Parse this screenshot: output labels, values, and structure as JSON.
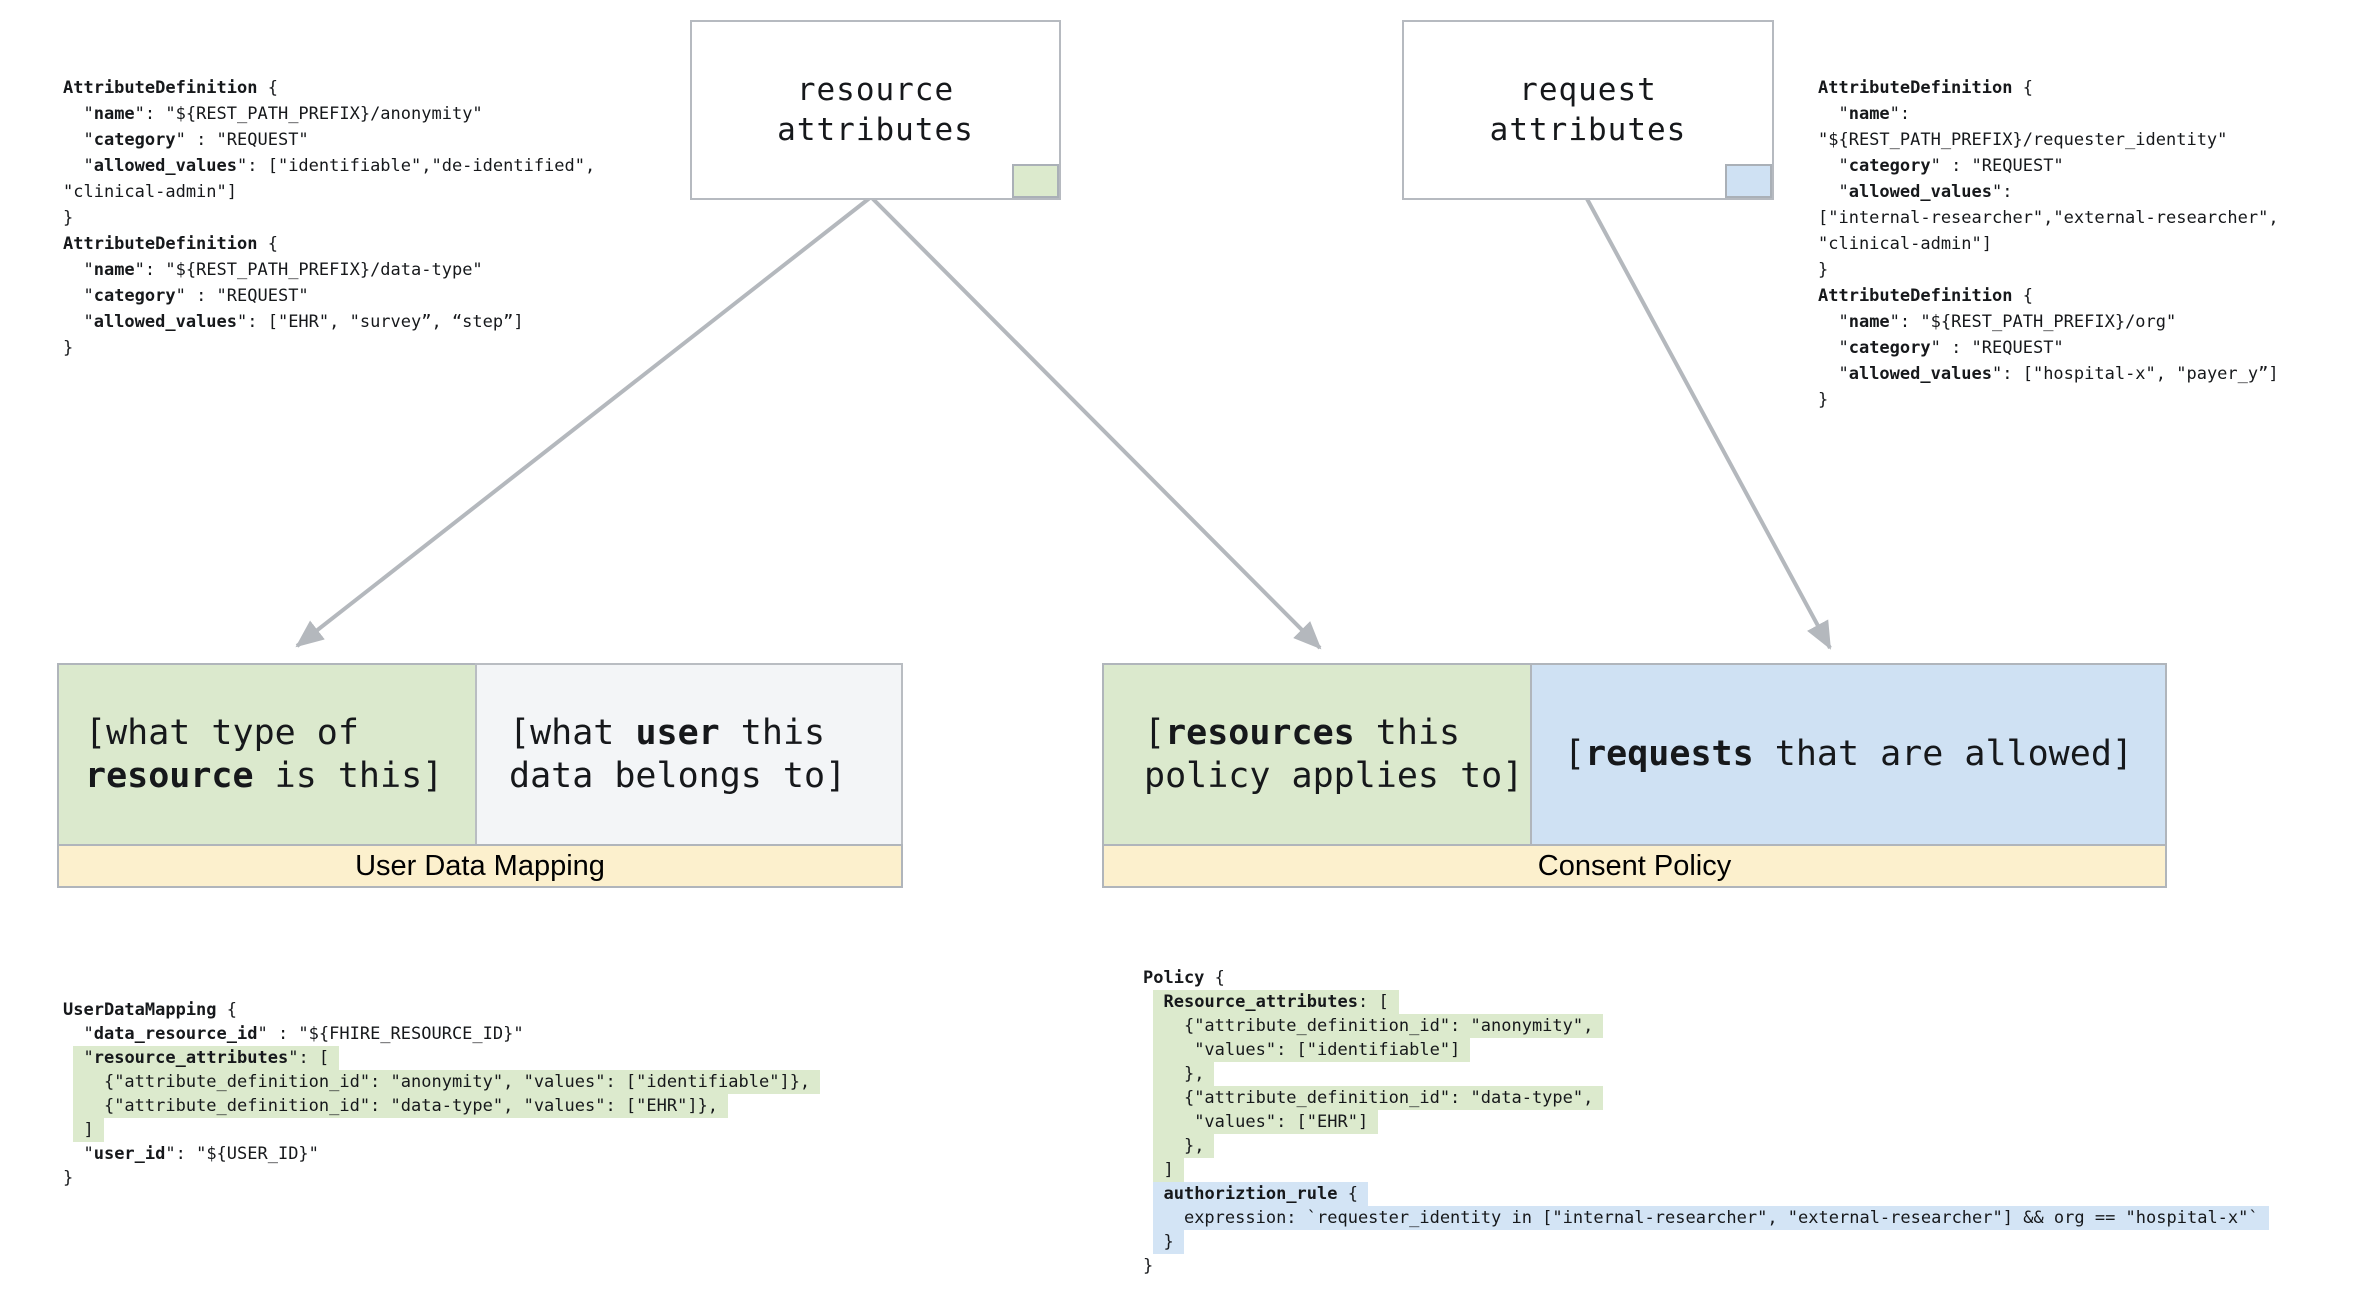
{
  "diagram": {
    "banners": {
      "udm": "User Data Mapping",
      "consent": "Consent Policy"
    },
    "colors": {
      "green_fill": "#dbe9cd",
      "blue_fill": "#cfe1f3",
      "yellow_banner": "#fcf0cd",
      "gray_border": "#b0b5bb",
      "arrow_gray": "#b4b8bd",
      "white_cell": "#f3f5f7"
    }
  },
  "rich_text": {
    "box_resource": {
      "lines": [
        {
          "seg": [
            [
              "resource",
              0
            ]
          ]
        },
        {
          "seg": [
            [
              "attributes",
              0
            ]
          ]
        }
      ]
    },
    "box_request": {
      "lines": [
        {
          "seg": [
            [
              "request",
              0
            ]
          ]
        },
        {
          "seg": [
            [
              "attributes",
              0
            ]
          ]
        }
      ]
    },
    "attrdef_left": {
      "lines": [
        {
          "seg": [
            [
              "AttributeDefinition",
              1
            ],
            [
              " {",
              0
            ]
          ]
        },
        {
          "seg": [
            [
              "  \"",
              0
            ],
            [
              "name",
              1
            ],
            [
              "\": \"${REST_PATH_PREFIX}/anonymity\"",
              0
            ]
          ]
        },
        {
          "seg": [
            [
              "  \"",
              0
            ],
            [
              "category",
              1
            ],
            [
              "\" : \"REQUEST\"",
              0
            ]
          ]
        },
        {
          "seg": [
            [
              "  \"",
              0
            ],
            [
              "allowed_values",
              1
            ],
            [
              "\": [\"identifiable\",\"de-identified\",",
              0
            ]
          ]
        },
        {
          "seg": [
            [
              "\"clinical-admin\"]",
              0
            ]
          ]
        },
        {
          "seg": [
            [
              "}",
              0
            ]
          ]
        },
        {
          "seg": [
            [
              "AttributeDefinition",
              1
            ],
            [
              " {",
              0
            ]
          ]
        },
        {
          "seg": [
            [
              "  \"",
              0
            ],
            [
              "name",
              1
            ],
            [
              "\": \"${REST_PATH_PREFIX}/data-type\"",
              0
            ]
          ]
        },
        {
          "seg": [
            [
              "  \"",
              0
            ],
            [
              "category",
              1
            ],
            [
              "\" : \"REQUEST\"",
              0
            ]
          ]
        },
        {
          "seg": [
            [
              "  \"",
              0
            ],
            [
              "allowed_values",
              1
            ],
            [
              "\": [\"EHR\", \"survey”, “step”]",
              0
            ]
          ]
        },
        {
          "seg": [
            [
              "}",
              0
            ]
          ]
        }
      ]
    },
    "attrdef_right": {
      "lines": [
        {
          "seg": [
            [
              "AttributeDefinition",
              1
            ],
            [
              " {",
              0
            ]
          ]
        },
        {
          "seg": [
            [
              "  \"",
              0
            ],
            [
              "name",
              1
            ],
            [
              "\":",
              0
            ]
          ]
        },
        {
          "seg": [
            [
              "\"${REST_PATH_PREFIX}/requester_identity\"",
              0
            ]
          ]
        },
        {
          "seg": [
            [
              "  \"",
              0
            ],
            [
              "category",
              1
            ],
            [
              "\" : \"REQUEST\"",
              0
            ]
          ]
        },
        {
          "seg": [
            [
              "  \"",
              0
            ],
            [
              "allowed_values",
              1
            ],
            [
              "\":",
              0
            ]
          ]
        },
        {
          "seg": [
            [
              "[\"internal-researcher\",\"external-researcher\",",
              0
            ]
          ]
        },
        {
          "seg": [
            [
              "\"clinical-admin\"]",
              0
            ]
          ]
        },
        {
          "seg": [
            [
              "}",
              0
            ]
          ]
        },
        {
          "seg": [
            [
              "AttributeDefinition",
              1
            ],
            [
              " {",
              0
            ]
          ]
        },
        {
          "seg": [
            [
              "  \"",
              0
            ],
            [
              "name",
              1
            ],
            [
              "\": \"${REST_PATH_PREFIX}/org\"",
              0
            ]
          ]
        },
        {
          "seg": [
            [
              "  \"",
              0
            ],
            [
              "category",
              1
            ],
            [
              "\" : \"REQUEST\"",
              0
            ]
          ]
        },
        {
          "seg": [
            [
              "  \"",
              0
            ],
            [
              "allowed_values",
              1
            ],
            [
              "\": [\"hospital-x\", \"payer_y”]",
              0
            ]
          ]
        },
        {
          "seg": [
            [
              "}",
              0
            ]
          ]
        }
      ]
    },
    "udm_code": {
      "lines": [
        {
          "seg": [
            [
              "UserDataMapping",
              1
            ],
            [
              " {",
              0
            ]
          ]
        },
        {
          "seg": [
            [
              "  \"",
              0
            ],
            [
              "data_resource_id",
              1
            ],
            [
              "\" : \"${FHIRE_RESOURCE_ID}\"",
              0
            ]
          ]
        },
        {
          "pre": " ",
          "hl": "g",
          "seg": [
            [
              " \"",
              0
            ],
            [
              "resource_attributes",
              1
            ],
            [
              "\": [",
              0
            ]
          ]
        },
        {
          "pre": " ",
          "hl": "g",
          "seg": [
            [
              "   {\"attribute_definition_id\": \"anonymity\", \"values\": [\"identifiable\"]},",
              0
            ]
          ]
        },
        {
          "pre": " ",
          "hl": "g",
          "seg": [
            [
              "   {\"attribute_definition_id\": \"data-type\", \"values\": [\"EHR\"]},",
              0
            ]
          ]
        },
        {
          "pre": " ",
          "hl": "g",
          "seg": [
            [
              " ]",
              0
            ]
          ]
        },
        {
          "seg": [
            [
              "  \"",
              0
            ],
            [
              "user_id",
              1
            ],
            [
              "\": \"${USER_ID}\"",
              0
            ]
          ]
        },
        {
          "seg": [
            [
              "}",
              0
            ]
          ]
        }
      ]
    },
    "policy_code": {
      "lines": [
        {
          "seg": [
            [
              "Policy",
              1
            ],
            [
              " {",
              0
            ]
          ]
        },
        {
          "pre": " ",
          "hl": "g",
          "seg": [
            [
              " ",
              0
            ],
            [
              "Resource_attributes",
              1
            ],
            [
              ": [",
              0
            ]
          ]
        },
        {
          "pre": " ",
          "hl": "g",
          "seg": [
            [
              "   {\"attribute_definition_id\": \"anonymity\",",
              0
            ]
          ]
        },
        {
          "pre": " ",
          "hl": "g",
          "seg": [
            [
              "    \"values\": [\"identifiable\"]",
              0
            ]
          ]
        },
        {
          "pre": " ",
          "hl": "g",
          "seg": [
            [
              "   },",
              0
            ]
          ]
        },
        {
          "pre": " ",
          "hl": "g",
          "seg": [
            [
              "   {\"attribute_definition_id\": \"data-type\",",
              0
            ]
          ]
        },
        {
          "pre": " ",
          "hl": "g",
          "seg": [
            [
              "    \"values\": [\"EHR\"]",
              0
            ]
          ]
        },
        {
          "pre": " ",
          "hl": "g",
          "seg": [
            [
              "   },",
              0
            ]
          ]
        },
        {
          "pre": " ",
          "hl": "g",
          "seg": [
            [
              " ]",
              0
            ]
          ]
        },
        {
          "pre": " ",
          "hl": "b",
          "seg": [
            [
              " ",
              0
            ],
            [
              "authoriztion_rule",
              1
            ],
            [
              " {",
              0
            ]
          ]
        },
        {
          "pre": " ",
          "hl": "b",
          "seg": [
            [
              "   expression: `requester_identity in [\"internal-researcher\", \"external-researcher\"] && org == \"hospital-x\"`",
              0
            ]
          ]
        },
        {
          "pre": " ",
          "hl": "b",
          "seg": [
            [
              " }",
              0
            ]
          ]
        },
        {
          "seg": [
            [
              "}",
              0
            ]
          ]
        }
      ]
    },
    "cell_udm_left": {
      "lines": [
        {
          "seg": [
            [
              "[what type of",
              0
            ]
          ]
        },
        {
          "seg": [
            [
              "resource",
              1
            ],
            [
              " is this]",
              0
            ]
          ]
        }
      ]
    },
    "cell_udm_right": {
      "lines": [
        {
          "seg": [
            [
              "[what ",
              0
            ],
            [
              "user",
              1
            ],
            [
              " this",
              0
            ]
          ]
        },
        {
          "seg": [
            [
              "data belongs to]",
              0
            ]
          ]
        }
      ]
    },
    "cell_consent_left": {
      "lines": [
        {
          "seg": [
            [
              "[",
              0
            ],
            [
              "resources",
              1
            ],
            [
              " this",
              0
            ]
          ]
        },
        {
          "seg": [
            [
              "policy applies to]",
              0
            ]
          ]
        }
      ]
    },
    "cell_consent_right": {
      "lines": [
        {
          "seg": [
            [
              "[",
              0
            ],
            [
              "requests",
              1
            ],
            [
              " that are allowed]",
              0
            ]
          ]
        }
      ]
    }
  }
}
